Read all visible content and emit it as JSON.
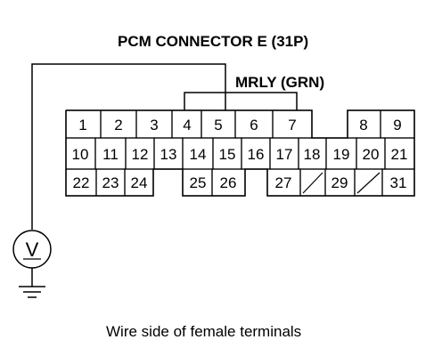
{
  "title": "PCM CONNECTOR E (31P)",
  "relay_label": "MRLY (GRN)",
  "meter_symbol": "V",
  "caption": "Wire side of female terminals",
  "connector": {
    "row1": [
      "1",
      "2",
      "3",
      "4",
      "5",
      "6",
      "7",
      "8",
      "9"
    ],
    "row2": [
      "10",
      "11",
      "12",
      "13",
      "14",
      "15",
      "16",
      "17",
      "18",
      "19",
      "20",
      "21"
    ],
    "row3": [
      "22",
      "23",
      "24",
      "25",
      "26",
      "27",
      "29",
      "31"
    ],
    "probe_terminal": "5"
  }
}
